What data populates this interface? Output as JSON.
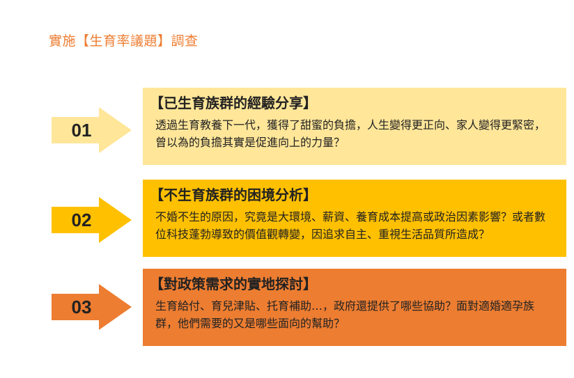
{
  "page": {
    "title": "實施【生育率議題】調查"
  },
  "items": [
    {
      "number": "01",
      "heading": "【已生育族群的經驗分享】",
      "text": "透過生育教養下一代，獲得了甜蜜的負擔，人生變得更正向、家人變得更緊密，曾以為的負擔其實是促進向上的力量？",
      "arrow_color": "#FFE699",
      "card_color": "#FFE699"
    },
    {
      "number": "02",
      "heading": "【不生育族群的困境分析】",
      "text": "不婚不生的原因，究竟是大環境、薪資、養育成本提高或政治因素影響？或者數位科技蓬勃導致的價值觀轉變，因追求自主、重視生活品質所造成？",
      "arrow_color": "#FFC000",
      "card_color": "#FFC000"
    },
    {
      "number": "03",
      "heading": "【對政策需求的實地探討】",
      "text": "生育給付、育兒津貼、托育補助…，政府還提供了哪些協助？面對適婚適孕族群，他們需要的又是哪些面向的幫助？",
      "arrow_color": "#ED7D31",
      "card_color": "#ED7D31"
    }
  ]
}
